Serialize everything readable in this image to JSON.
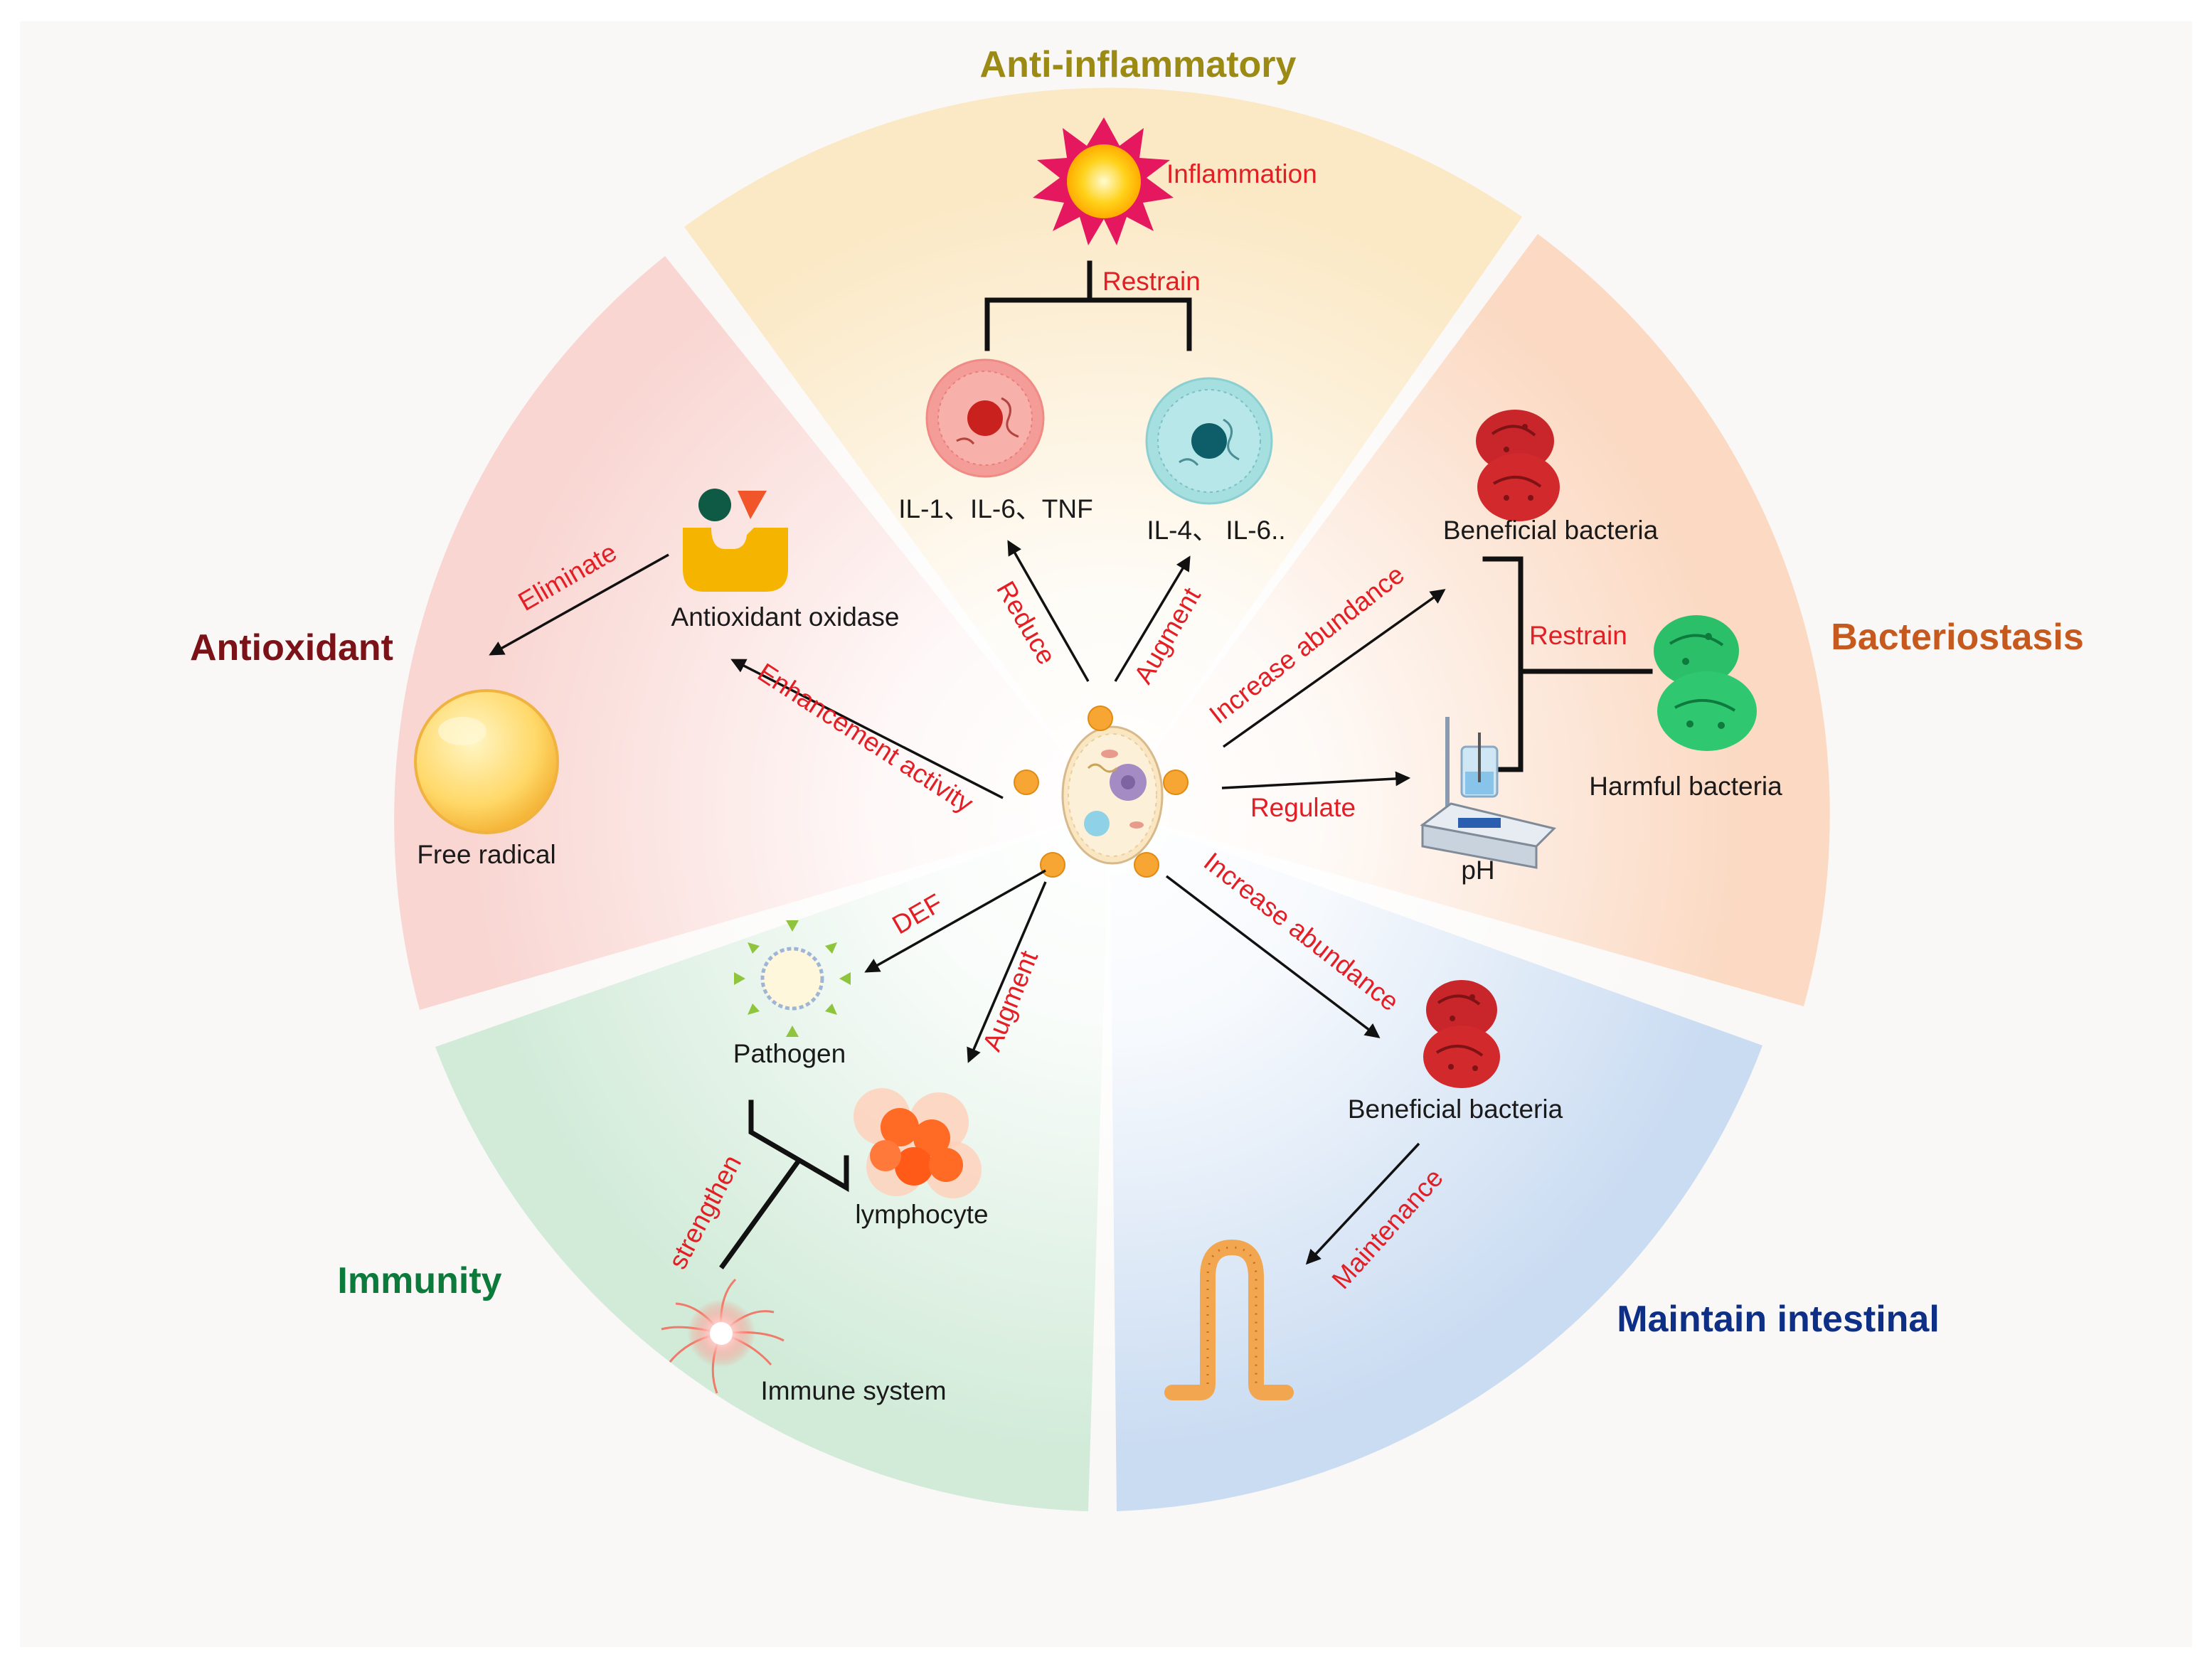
{
  "colors": {
    "anti_inflammatory": "#9b8a14",
    "bacteriostasis": "#c65a1e",
    "maintain_intestinal": "#0e2f86",
    "immunity": "#0c7a3a",
    "antioxidant": "#7a1218",
    "annotation_red": "#e31e24",
    "sector_anti_inflammatory": "#fbe8c4",
    "sector_bacteriostasis": "#fbd6bd",
    "sector_maintain_intestinal": "#c9dcf3",
    "sector_immunity": "#cfe9d6",
    "sector_antioxidant": "#f9d3cf"
  },
  "sections": {
    "anti_inflammatory": {
      "title": "Anti-inflammatory",
      "inflammation": "Inflammation",
      "restrain": "Restrain",
      "pro_cytokines": "IL-1、IL-6、TNF",
      "anti_cytokines": "IL-4、 IL-6..",
      "reduce": "Reduce",
      "augment": "Augment"
    },
    "bacteriostasis": {
      "title": "Bacteriostasis",
      "beneficial": "Beneficial bacteria",
      "restrain": "Restrain",
      "harmful": "Harmful bacteria",
      "ph": "pH",
      "increase_abundance": "Increase abundance",
      "regulate": "Regulate"
    },
    "maintain_intestinal": {
      "title": "Maintain intestinal",
      "increase_abundance": "Increase abundance",
      "beneficial": "Beneficial bacteria",
      "maintenance": "Maintenance"
    },
    "immunity": {
      "title": "Immunity",
      "def": "DEF",
      "pathogen": "Pathogen",
      "augment": "Augment",
      "lymphocyte": "lymphocyte",
      "strengthen": "strengthen",
      "immune_system": "Immune system"
    },
    "antioxidant": {
      "title": "Antioxidant",
      "eliminate": "Eliminate",
      "oxidase": "Antioxidant oxidase",
      "free_radical": "Free radical",
      "enhancement": "Enhancement activity"
    }
  },
  "icons": [
    "sun-burst-icon",
    "cell-icon",
    "bacteria-icon",
    "ph-meter-icon",
    "intestinal-villus-icon",
    "virus-icon",
    "lymphocyte-cluster-icon",
    "immune-cell-icon",
    "enzyme-icon",
    "free-radical-icon",
    "probiotic-cell-icon"
  ]
}
